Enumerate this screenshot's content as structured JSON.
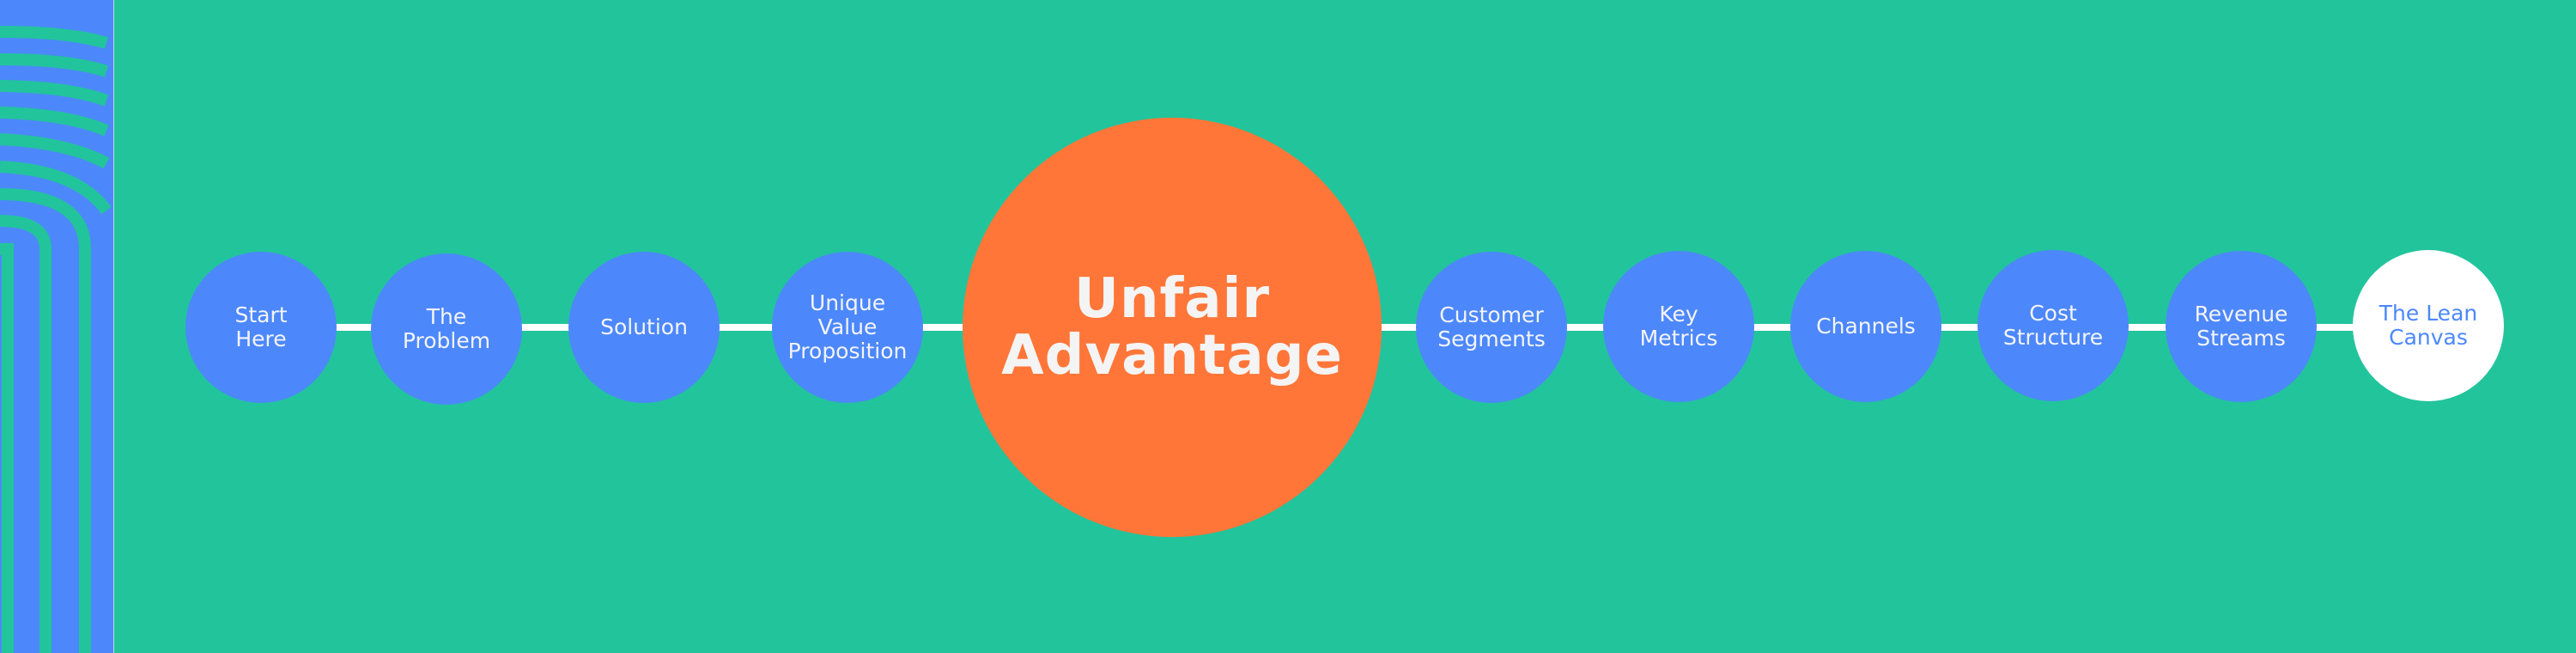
{
  "colors": {
    "background": "#22C49C",
    "step": "#4C88FB",
    "highlight": "#FF7638",
    "final": "#FFFFFF"
  },
  "steps": [
    {
      "label": "Start\nHere"
    },
    {
      "label": "The\nProblem"
    },
    {
      "label": "Solution"
    },
    {
      "label": "Unique\nValue\nProposition"
    },
    {
      "label": "Unfair\nAdvantage"
    },
    {
      "label": "Customer\nSegments"
    },
    {
      "label": "Key\nMetrics"
    },
    {
      "label": "Channels"
    },
    {
      "label": "Cost\nStructure"
    },
    {
      "label": "Revenue\nStreams"
    },
    {
      "label": "The Lean\nCanvas"
    }
  ]
}
